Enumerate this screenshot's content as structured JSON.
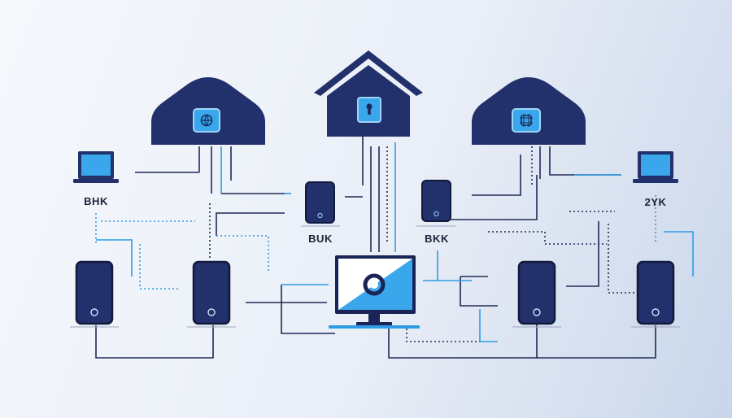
{
  "colors": {
    "navy": "#22306b",
    "accent": "#2f9be6",
    "screen": "#3aa7ec",
    "line": "#1f2a55",
    "background_start": "#f6f8fc",
    "background_end": "#c9d6ea"
  },
  "nodes": {
    "cloud_left": {
      "icon": "globe-icon"
    },
    "house_center": {
      "icon": "keyhole-icon"
    },
    "cloud_right": {
      "icon": "chip-icon"
    },
    "laptop_left": {
      "label": "BHK"
    },
    "laptop_right": {
      "label": "2YK"
    },
    "tablet_center_left": {
      "label": "BUK"
    },
    "tablet_center_right": {
      "label": "BKK"
    },
    "monitor_center": {
      "icon": "ring-icon"
    }
  }
}
